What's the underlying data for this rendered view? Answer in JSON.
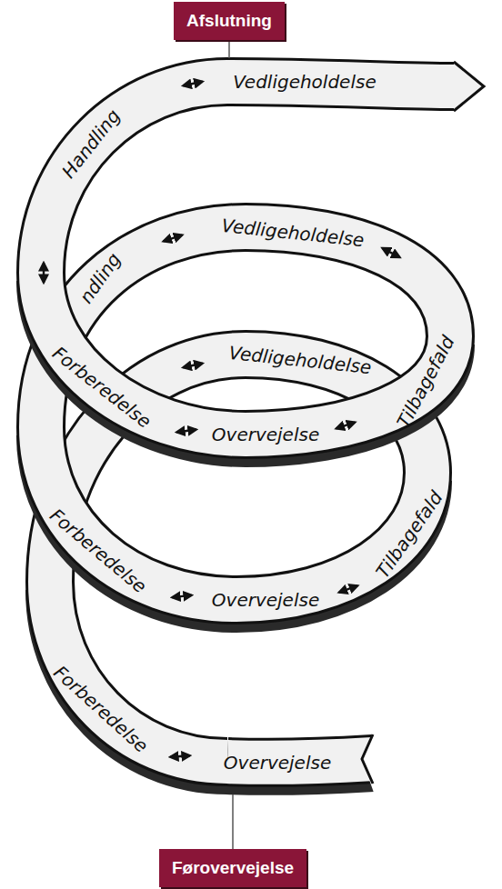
{
  "diagram": {
    "nodes": [
      {
        "text": [
          "Afslutning"
        ]
      },
      {
        "text": [
          "Førovervejelse"
        ]
      }
    ],
    "labels": [
      "Vedligeholdelse",
      "Handling",
      "ndling",
      "Vedligeholdelse",
      "Forberedelse",
      "Overvejelse",
      "Tilbagefald",
      "Vedligeholdelse",
      "Forberedelse",
      "Overvejelse",
      "Tilbagefald",
      "Forberedelse",
      "Overvejelse"
    ]
  }
}
